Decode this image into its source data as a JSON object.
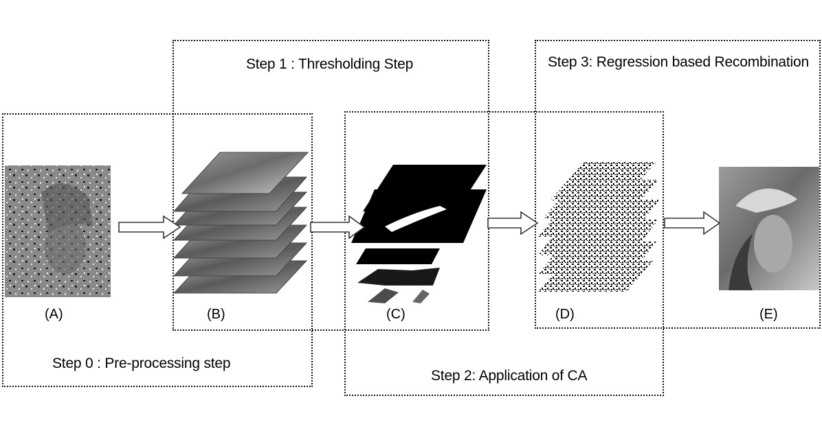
{
  "steps": {
    "step0": "Step 0 : Pre-processing step",
    "step1": "Step 1 : Thresholding Step",
    "step2": "Step 2: Application of CA",
    "step3": "Step 3: Regression based Recombination"
  },
  "captions": {
    "a": "(A)",
    "b": "(B)",
    "c": "(C)",
    "d": "(D)",
    "e": "(E)"
  },
  "colors": {
    "border": "#111111",
    "arrow": "#333333"
  },
  "icons": [
    "right-arrow-icon"
  ]
}
